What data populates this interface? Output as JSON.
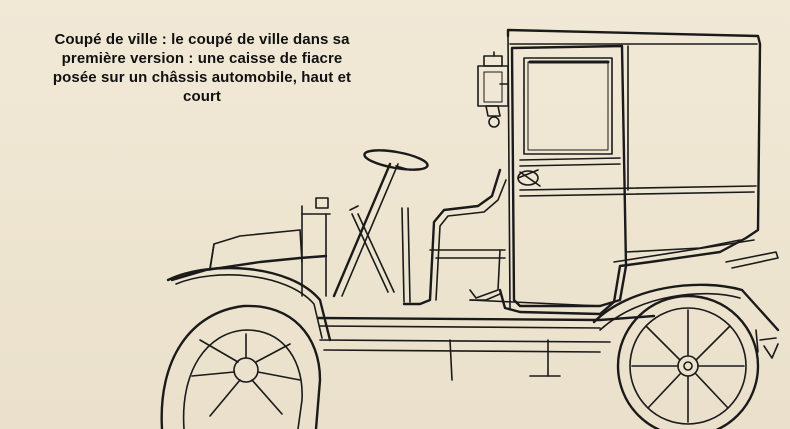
{
  "caption": {
    "lines": [
      "Coupé de ville : le coupé de ville dans sa",
      "première version : une caisse de fiacre",
      "posée sur un châssis automobile, haut et",
      "court"
    ]
  },
  "illustration": {
    "subject": "coupe-de-ville-automobile-line-drawing",
    "colors": {
      "ink": "#1a1a1a",
      "paper": "#efe7d4"
    }
  }
}
